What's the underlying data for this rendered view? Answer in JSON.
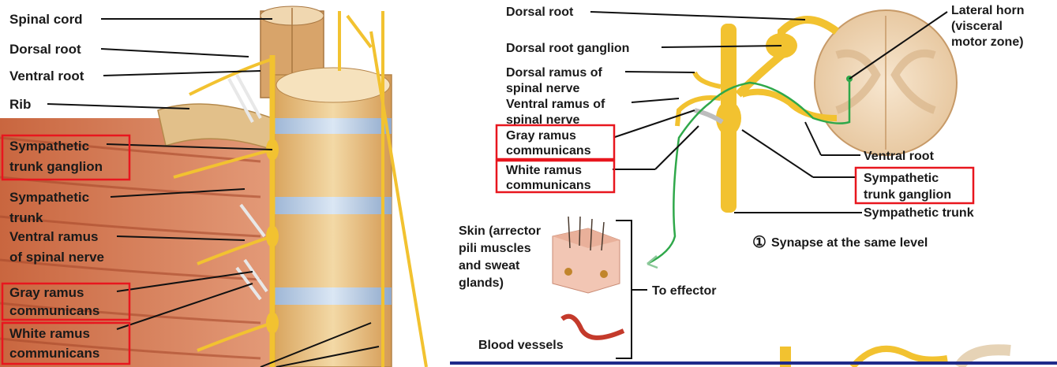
{
  "left_panel": {
    "labels": {
      "spinal_cord": "Spinal cord",
      "dorsal_root": "Dorsal root",
      "ventral_root": "Ventral root",
      "rib": "Rib",
      "sympathetic_trunk_ganglion": [
        "Sympathetic",
        "trunk ganglion"
      ],
      "sympathetic_trunk": [
        "Sympathetic",
        "trunk"
      ],
      "ventral_ramus": [
        "Ventral ramus",
        "of spinal nerve"
      ],
      "gray_ramus": [
        "Gray ramus",
        "communicans"
      ],
      "white_ramus": [
        "White ramus",
        "communicans"
      ]
    }
  },
  "right_panel": {
    "labels": {
      "dorsal_root": "Dorsal root",
      "lateral_horn": [
        "Lateral horn",
        "(visceral",
        "motor zone)"
      ],
      "dorsal_root_ganglion": "Dorsal root ganglion",
      "dorsal_ramus": [
        "Dorsal ramus of",
        "spinal nerve"
      ],
      "ventral_ramus": [
        "Ventral ramus of",
        "spinal nerve"
      ],
      "gray_ramus": [
        "Gray ramus",
        "communicans"
      ],
      "white_ramus": [
        "White ramus",
        "communicans"
      ],
      "ventral_root": "Ventral root",
      "sympathetic_trunk_ganglion": [
        "Sympathetic",
        "trunk ganglion"
      ],
      "sympathetic_trunk": "Sympathetic trunk",
      "synapse_marker": "①",
      "synapse_caption": "Synapse at the same level",
      "skin": [
        "Skin (arrector",
        "pili muscles",
        "and sweat",
        "glands)"
      ],
      "blood_vessels": "Blood vessels",
      "to_effector": "To effector"
    }
  },
  "colors": {
    "highlight_box": "#e8161e",
    "nerve": "#f2c230",
    "fiber": "#2fa84a",
    "divider": "#1f2a8a"
  }
}
